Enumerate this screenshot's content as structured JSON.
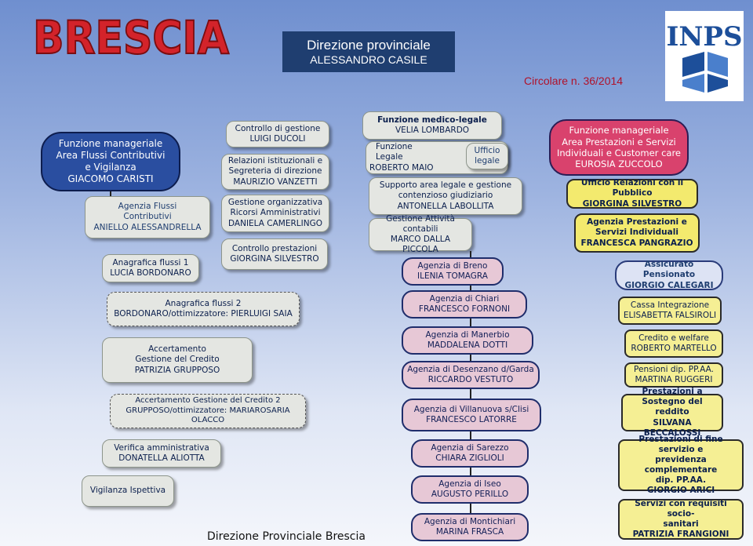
{
  "header": {
    "brescia": "BRESCIA",
    "title1": "Direzione provinciale",
    "title2": "ALESSANDRO CASILE",
    "circolare": "Circolare n. 36/2014",
    "logo": "INPS",
    "footer": "Direzione Provinciale Brescia"
  },
  "col1": {
    "top": [
      "Funzione manageriale",
      "Area Flussi Contributivi",
      "e Vigilanza",
      "GIACOMO CARISTI"
    ],
    "agenzia": [
      "Agenzia Flussi",
      "Contributivi",
      "ANIELLO ALESSANDRELLA"
    ],
    "anagrafica1": [
      "Anagrafica flussi 1",
      "LUCIA BORDONARO"
    ],
    "anagrafica2": [
      "Anagrafica flussi 2",
      "BORDONARO/ottimizzatore: PIERLUIGI SAIA"
    ],
    "accertamento": [
      "Accertamento",
      "Gestione del Credito",
      "PATRIZIA GRUPPOSO"
    ],
    "accertamento2": [
      "Accertamento  Gestione del Credito 2",
      "GRUPPOSO/ottimizzatore: MARIAROSARIA OLACCO"
    ],
    "verifica": [
      "Verifica amministrativa",
      "DONATELLA ALIOTTA"
    ],
    "vigilanza": "Vigilanza Ispettiva"
  },
  "col2": {
    "controllo_gestione": [
      "Controllo di gestione",
      "LUIGI DUCOLI"
    ],
    "relazioni": [
      "Relazioni istituzionali e",
      "Segreteria di direzione",
      "MAURIZIO VANZETTI"
    ],
    "gestione_org": [
      "Gestione organizzativa",
      "Ricorsi Amministrativi",
      "DANIELA CAMERLINGO"
    ],
    "controllo_prest": [
      "Controllo prestazioni",
      "GIORGINA SILVESTRO"
    ]
  },
  "col3": {
    "medico": [
      "Funzione medico-legale",
      "VELIA LOMBARDO"
    ],
    "legale": [
      "Funzione",
      "Legale",
      "ROBERTO MAIO"
    ],
    "ufficio_legale": [
      "Ufficio",
      "legale"
    ],
    "supporto": [
      "Supporto area legale e gestione",
      "contenzioso giudiziario",
      "ANTONELLA LABOLLITA"
    ],
    "attivita": [
      "Gestione Attività",
      "contabili",
      "MARCO DALLA PICCOLA"
    ],
    "agenzie": [
      [
        "Agenzia di Breno",
        "ILENIA TOMAGRA"
      ],
      [
        "Agenzia di  Chiari",
        "FRANCESCO FORNONI"
      ],
      [
        "Agenzia  di Manerbio",
        "MADDALENA DOTTI"
      ],
      [
        "Agenzia di Desenzano d/Garda",
        "RICCARDO VESTUTO"
      ],
      [
        "Agenzia di Villanuova s/Clisi",
        "FRANCESCO LATORRE"
      ],
      [
        "Agenzia di  Sarezzo",
        "CHIARA ZIGLIOLI"
      ],
      [
        "Agenzia di Iseo",
        "AUGUSTO PERILLO"
      ],
      [
        "Agenzia di Montichiari",
        "MARINA FRASCA"
      ]
    ]
  },
  "col4": {
    "top": [
      "Funzione manageriale",
      "Area Prestazioni e Servizi",
      "Individuali e Customer care",
      "EUROSIA ZUCCOLO"
    ],
    "urp": [
      "Ufficio Relazioni con il Pubblico",
      "GIORGINA SILVESTRO"
    ],
    "agenzia": [
      "Agenzia Prestazioni e",
      "Servizi Individuali",
      "FRANCESCA PANGRAZIO"
    ],
    "items": [
      [
        "Assicurato Pensionato",
        "GIORGIO CALEGARI"
      ],
      [
        "Cassa Integrazione",
        "ELISABETTA FALSIROLI"
      ],
      [
        "Credito e welfare",
        "ROBERTO MARTELLO"
      ],
      [
        "Pensioni dip. PP.AA.",
        "MARTINA RUGGERI"
      ],
      [
        "Prestazioni a",
        "Sostegno del reddito",
        "SILVANA BECCALOSSI"
      ],
      [
        "Prestazioni di fine servizio e",
        "previdenza complementare",
        "dip. PP.AA.",
        "GIORGIO ARICI"
      ],
      [
        "Servizi con requisiti socio-",
        "sanitari",
        "PATRIZIA FRANGIONI"
      ]
    ]
  }
}
